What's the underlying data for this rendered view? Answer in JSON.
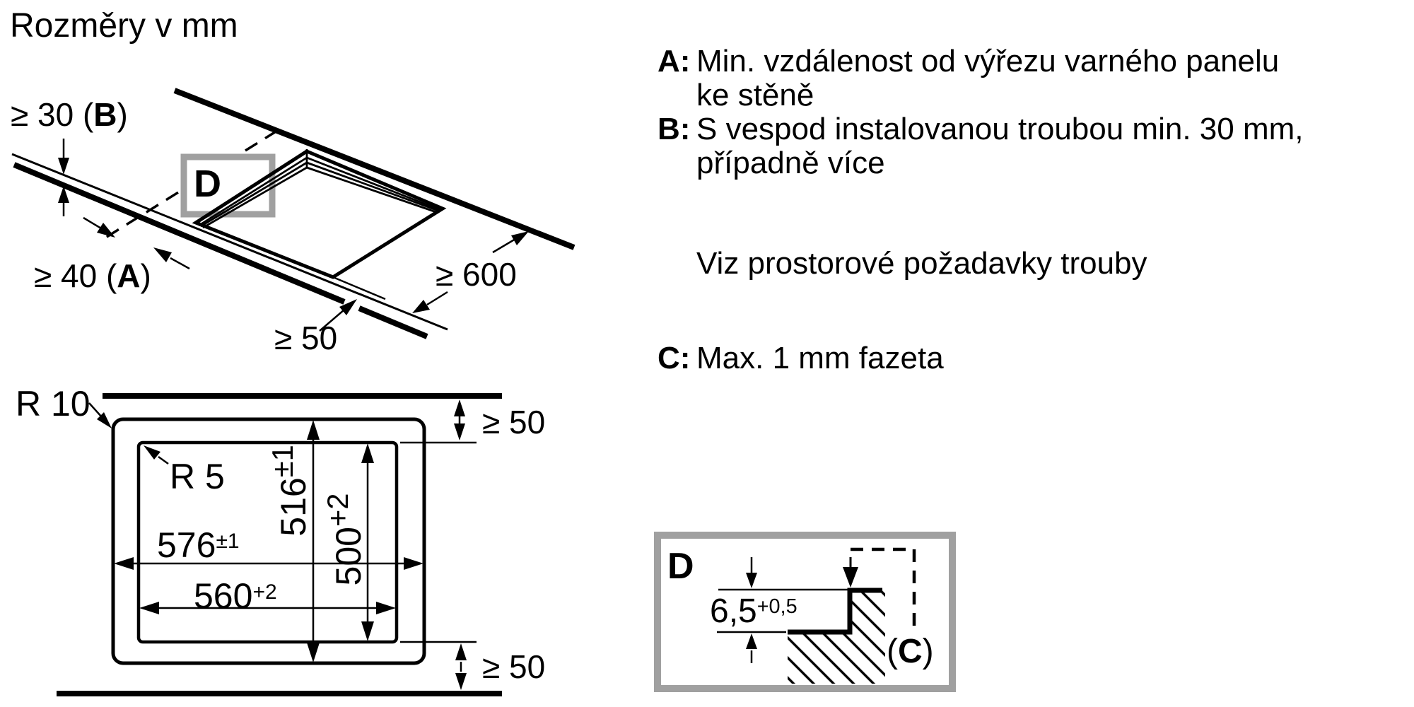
{
  "page": {
    "title": "Rozměry v mm"
  },
  "colors": {
    "ink": "#000000",
    "frame_gray": "#a0a0a0",
    "background": "#ffffff"
  },
  "top_view": {
    "detail_marker": "D",
    "min_back": {
      "pre": "≥ 30 (",
      "letter": "B",
      "post": ")"
    },
    "min_left": {
      "pre": "≥ 40 (",
      "letter": "A",
      "post": ")"
    },
    "min_right": "≥ 600",
    "min_front": "≥ 50"
  },
  "cutout_view": {
    "outer_radius": "R 10",
    "inner_radius": "R 5",
    "outer_width": {
      "value": "576",
      "tol": "±1"
    },
    "inner_width": {
      "value": "560",
      "tol": "+2"
    },
    "outer_height": {
      "value": "516",
      "tol": "±1"
    },
    "inner_height": {
      "value": "500",
      "tol": "+2"
    },
    "top_clearance": "≥ 50",
    "bottom_clearance": "≥ 50"
  },
  "notes": {
    "a": {
      "label": "A:",
      "line1": "Min. vzdálenost od výřezu varného panelu",
      "line2": "ke stěně"
    },
    "b": {
      "label": "B:",
      "line1": "S vespod instalovanou troubou min. 30 mm,",
      "line2": "případně více"
    },
    "oven": "Viz prostorové požadavky trouby",
    "c": {
      "label": "C:",
      "text": "Max. 1 mm fazeta"
    }
  },
  "detail_view": {
    "marker": "D",
    "step_depth": {
      "value": "6,5",
      "tol": "+0,5"
    },
    "bevel_ref": {
      "pre": "(",
      "letter": "C",
      "post": ")"
    }
  }
}
